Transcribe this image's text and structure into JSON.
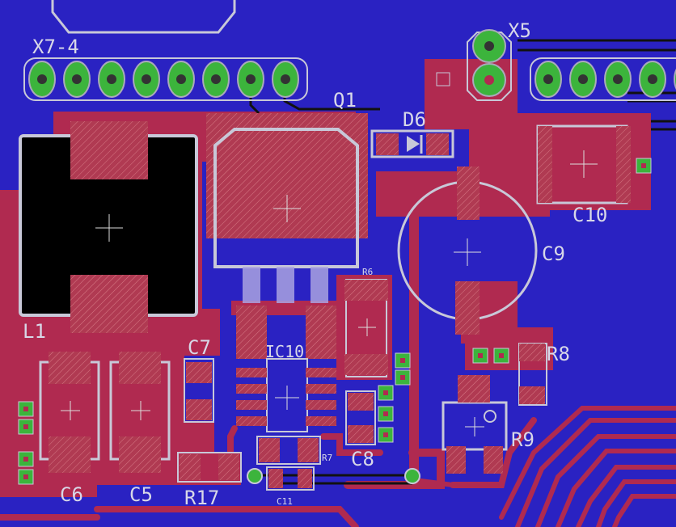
{
  "colors": {
    "background": "#1a14a8",
    "copper_bottom": "#2b24c8",
    "copper_top": "#b4284e",
    "pad": "#c0505e",
    "via": "#3cb43c",
    "silk": "#c8c8d8",
    "text": "#d8d8e8",
    "black": "#000000"
  },
  "labels": {
    "x7": "X7-4",
    "x5": "X5",
    "q1": "Q1",
    "d6": "D6",
    "c10": "C10",
    "c9": "C9",
    "l1": "L1",
    "r6": "R6",
    "ic10": "IC10",
    "c7": "C7",
    "r8": "R8",
    "r9": "R9",
    "c8": "C8",
    "r7": "R7",
    "c6": "C6",
    "c5": "C5",
    "r17": "R17",
    "c11": "C11"
  }
}
